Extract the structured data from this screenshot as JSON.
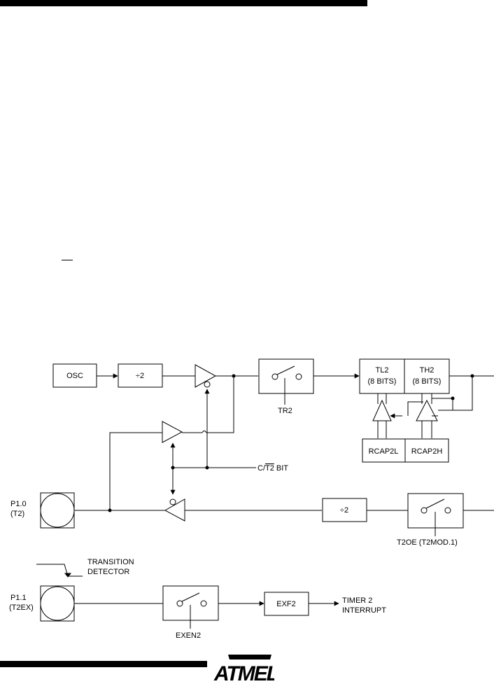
{
  "blocks": {
    "osc": "OSC",
    "div2_top": "÷2",
    "tl2_name": "TL2",
    "tl2_bits": "(8 BITS)",
    "th2_name": "TH2",
    "th2_bits": "(8 BITS)",
    "rcap2l": "RCAP2L",
    "rcap2h": "RCAP2H",
    "div2_bottom": "÷2",
    "exf2": "EXF2"
  },
  "labels": {
    "tr2": "TR2",
    "ct2_prefix": "C/",
    "ct2_overline": "T2",
    "ct2_suffix": " BIT",
    "p10_line1": "P1.0",
    "p10_line2": "(T2)",
    "t2oe": "T2OE  (T2MOD.1)",
    "transition_line1": "TRANSITION",
    "transition_line2": "DETECTOR",
    "p11_line1": "P1.1",
    "p11_line2": "(T2EX)",
    "exen2": "EXEN2",
    "timer2_line1": "TIMER  2",
    "timer2_line2": "INTERRUPT"
  },
  "logo": {
    "text": "ATMEL"
  }
}
